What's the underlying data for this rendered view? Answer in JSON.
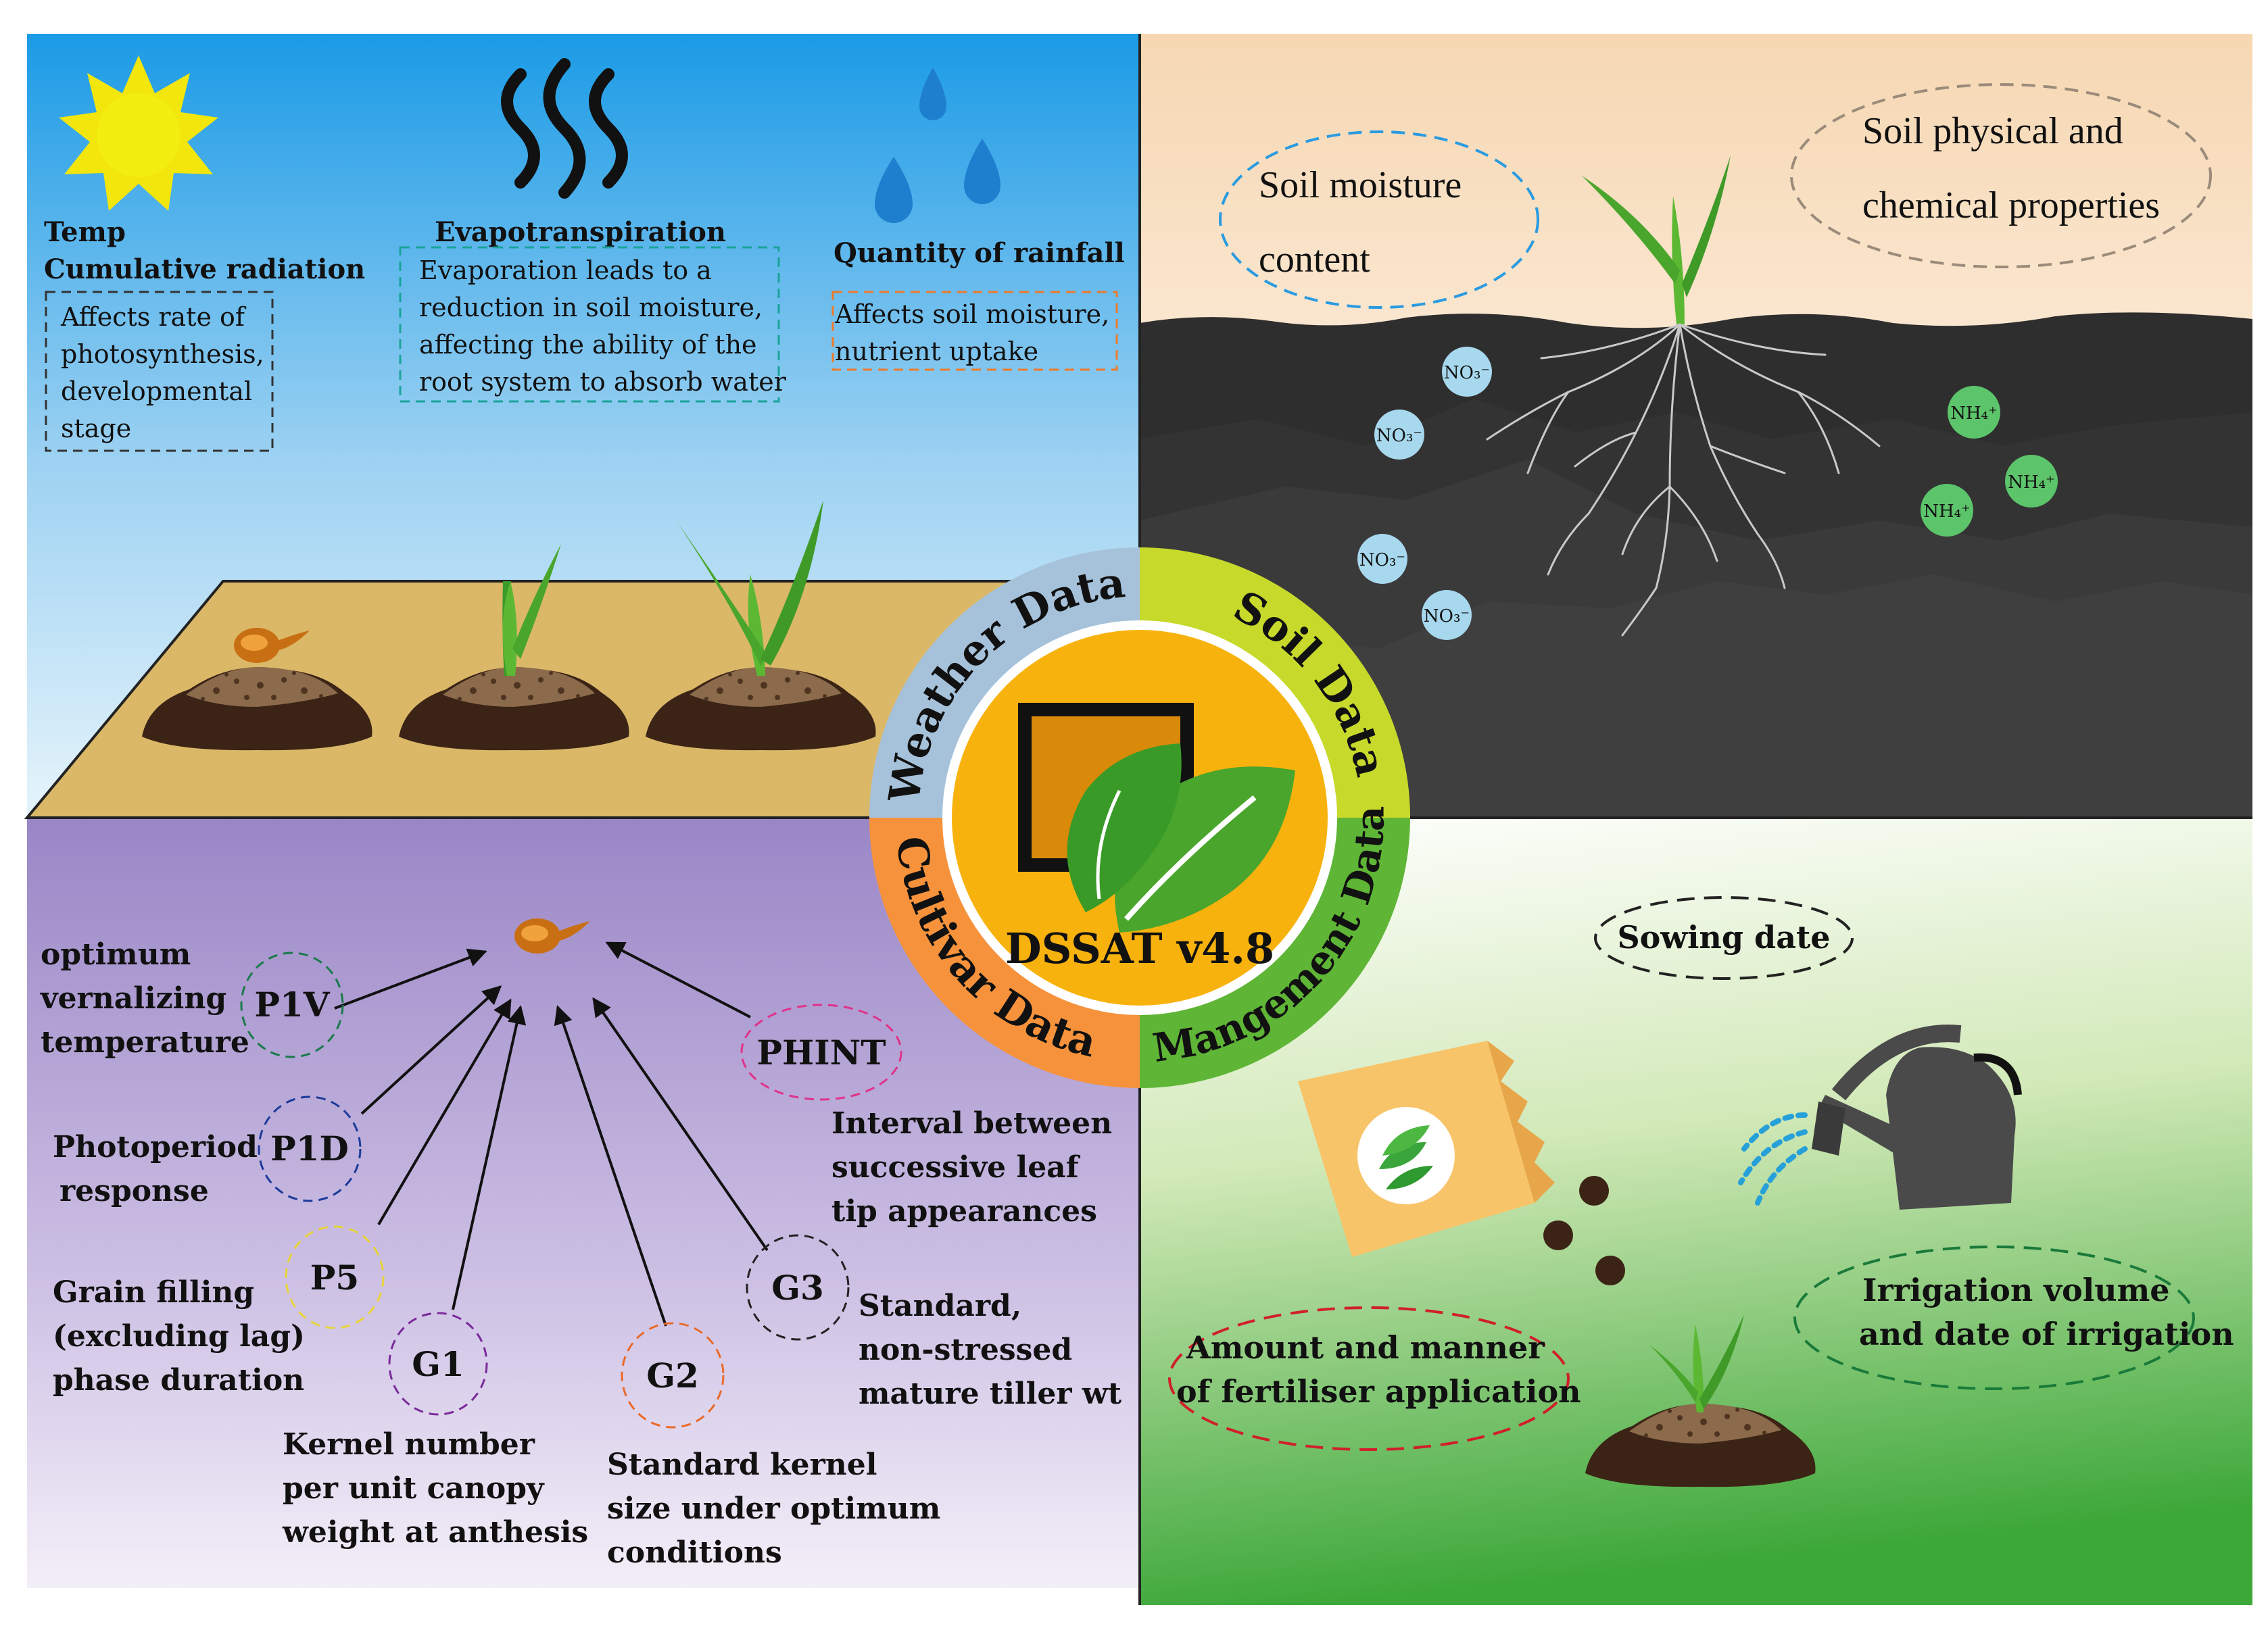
{
  "center": {
    "title": "DSSAT v4.8",
    "ring": {
      "weather": "Weather Data",
      "soil": "Soil Data",
      "cultivar": "Cultivar Data",
      "management": "Mangement Data"
    }
  },
  "weather": {
    "temp": {
      "title1": "Temp",
      "title2": "Cumulative radiation",
      "desc": [
        "Affects rate of",
        "photosynthesis,",
        "developmental",
        "stage"
      ]
    },
    "evapo": {
      "title": "Evapotranspiration",
      "desc": [
        "Evaporation leads to a",
        "reduction in soil moisture,",
        "affecting the ability of the",
        "root system to absorb water"
      ]
    },
    "rain": {
      "title": "Quantity of rainfall",
      "desc": [
        "Affects soil moisture,",
        "nutrient uptake"
      ]
    }
  },
  "soil": {
    "moisture": [
      "Soil moisture",
      "content"
    ],
    "properties": [
      "Soil physical and",
      "chemical properties"
    ],
    "ions": {
      "no3": "NO₃⁻",
      "nh4": "NH₄⁺"
    }
  },
  "cultivar": {
    "params": {
      "p1v": "P1V",
      "p1d": "P1D",
      "p5": "P5",
      "g1": "G1",
      "g2": "G2",
      "g3": "G3",
      "phint": "PHINT"
    },
    "desc": {
      "p1v": [
        "optimum",
        "vernalizing",
        "temperature"
      ],
      "p1d": [
        "Photoperiod",
        "response"
      ],
      "p5": [
        "Grain filling",
        "(excluding lag)",
        "phase duration"
      ],
      "g1": [
        "Kernel number",
        "per unit canopy",
        "weight at anthesis"
      ],
      "g2": [
        "Standard kernel",
        "size under optimum",
        "conditions"
      ],
      "g3": [
        "Standard,",
        "non-stressed",
        "mature tiller wt"
      ],
      "phint": [
        "Interval between",
        "successive leaf",
        "tip appearances"
      ]
    }
  },
  "management": {
    "sowing": "Sowing date",
    "fertiliser": [
      "Amount and manner",
      "of fertiliser application"
    ],
    "irrigation": [
      "Irrigation volume",
      "and date of irrigation"
    ]
  },
  "colors": {
    "weather_ring": "#a6c2da",
    "soil_ring": "#c7d92b",
    "cultivar_ring": "#f6923b",
    "management_ring": "#5fb536",
    "center": "#f8b20e",
    "soil_dark": "#2b2b2b"
  }
}
